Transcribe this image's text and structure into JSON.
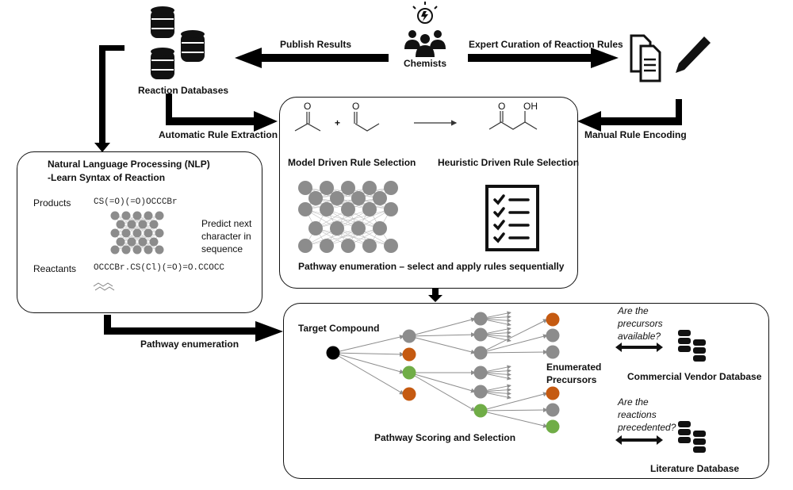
{
  "labels": {
    "reaction_databases": "Reaction Databases",
    "publish_results": "Publish Results",
    "chemists": "Chemists",
    "expert_curation": "Expert Curation of Reaction Rules",
    "automatic_rule_extraction": "Automatic Rule Extraction",
    "manual_rule_encoding": "Manual Rule Encoding",
    "model_driven": "Model Driven Rule Selection",
    "heuristic_driven": "Heuristic Driven Rule Selection",
    "pathway_enumeration_rules": "Pathway enumeration – select and apply rules sequentially",
    "pathway_enumeration": "Pathway enumeration",
    "target_compound": "Target Compound",
    "enumerated_precursors": "Enumerated\nPrecursors",
    "pathway_scoring": "Pathway Scoring and Selection",
    "commercial_vendor_db": "Commercial Vendor Database",
    "literature_db": "Literature Database",
    "q_precursors": "Are the\nprecursors\navailable?",
    "q_reactions": "Are the\nreactions\nprecedented?"
  },
  "nlp": {
    "title": "Natural Language Processing (NLP)\n-Learn Syntax of Reaction",
    "products_label": "Products",
    "products_smiles": "CS(=O)(=O)OCCCBr",
    "predict_text": "Predict next\ncharacter in\nsequence",
    "reactants_label": "Reactants",
    "reactants_smiles": "OCCCBr.CS(Cl)(=O)=O.CCOCC"
  },
  "reaction": {
    "plus": "+",
    "o1": "O",
    "o2": "O",
    "o3": "O",
    "oh": "OH"
  },
  "colors": {
    "grey": "#8c8c8c",
    "orange": "#c55a11",
    "green": "#70ad47",
    "black": "#000000"
  }
}
